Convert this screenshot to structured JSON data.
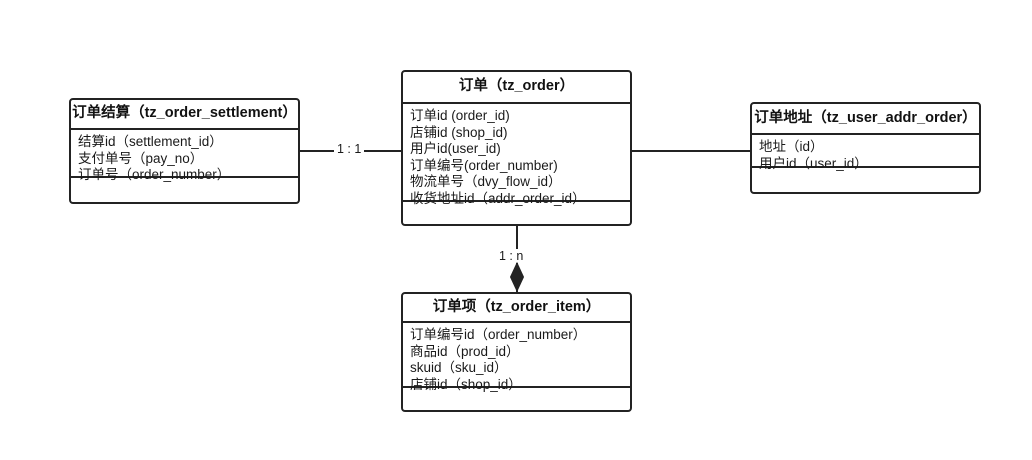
{
  "diagram": {
    "title": "order-er-diagram",
    "background_color": "#ffffff",
    "line_color": "#232323"
  },
  "entities": [
    {
      "id": "tz_order_settlement",
      "name_cn": "订单结算",
      "table": "tz_order_settlement",
      "header_text": "订单结算（tz_order_settlement）",
      "fields": [
        "结算id（settlement_id）",
        "支付单号（pay_no）",
        "订单号（order_number）"
      ]
    },
    {
      "id": "tz_order",
      "name_cn": "订单",
      "table": "tz_order",
      "header_text": "订单（tz_order）",
      "fields": [
        "订单id (order_id)",
        "店铺id (shop_id)",
        "用户id(user_id)",
        "订单编号(order_number)",
        "物流单号（dvy_flow_id）",
        "收货地址id（addr_order_id）"
      ]
    },
    {
      "id": "tz_user_addr_order",
      "name_cn": "订单地址",
      "table": "tz_user_addr_order",
      "header_text": "订单地址（tz_user_addr_order）",
      "fields": [
        "地址（id）",
        "用户id（user_id）"
      ]
    },
    {
      "id": "tz_order_item",
      "name_cn": "订单项",
      "table": "tz_order_item",
      "header_text": "订单项（tz_order_item）",
      "fields": [
        "订单编号id（order_number）",
        "商品id（prod_id）",
        "skuid（sku_id）",
        "店铺id（shop_id）"
      ]
    }
  ],
  "relationships": [
    {
      "id": "settlement-to-order",
      "from": "tz_order_settlement",
      "to": "tz_order",
      "label": "1 : 1",
      "marker": "none"
    },
    {
      "id": "order-to-addr",
      "from": "tz_order",
      "to": "tz_user_addr_order",
      "label": "",
      "marker": "none"
    },
    {
      "id": "order-to-item",
      "from": "tz_order",
      "to": "tz_order_item",
      "label": "1 : n",
      "marker": "filled-diamond"
    }
  ]
}
